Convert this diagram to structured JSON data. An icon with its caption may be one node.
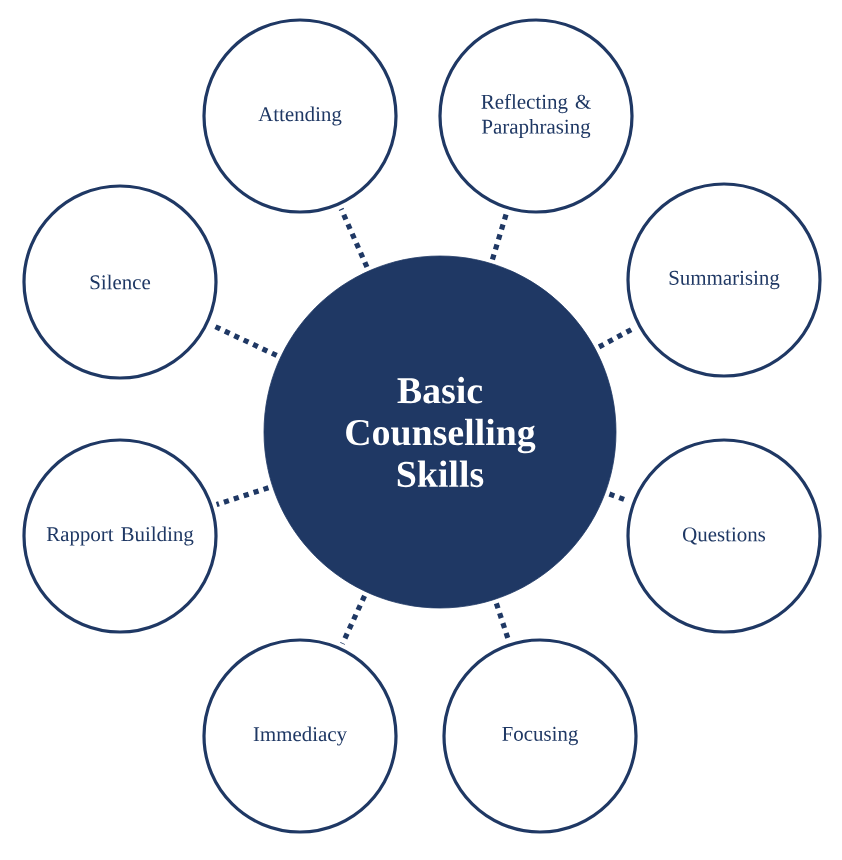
{
  "diagram": {
    "nodes": [
      {
        "text": [
          "Basic Counselling Skills"
        ]
      },
      {
        "text": [
          "Attending"
        ]
      },
      {
        "text": [
          "Reflecting & Paraphrasing"
        ]
      },
      {
        "text": [
          "Summarising"
        ]
      },
      {
        "text": [
          "Questions"
        ]
      },
      {
        "text": [
          "Focusing"
        ]
      },
      {
        "text": [
          "Immediacy"
        ]
      },
      {
        "text": [
          "Rapport Building"
        ]
      },
      {
        "text": [
          "Silence"
        ]
      }
    ],
    "edges": [
      {
        "from": 0,
        "to": 1,
        "arrow": "none"
      },
      {
        "from": 0,
        "to": 2,
        "arrow": "none"
      },
      {
        "from": 0,
        "to": 3,
        "arrow": "none"
      },
      {
        "from": 0,
        "to": 4,
        "arrow": "none"
      },
      {
        "from": 0,
        "to": 5,
        "arrow": "none"
      },
      {
        "from": 0,
        "to": 6,
        "arrow": "none"
      },
      {
        "from": 0,
        "to": 7,
        "arrow": "none"
      },
      {
        "from": 0,
        "to": 8,
        "arrow": "none"
      }
    ]
  }
}
